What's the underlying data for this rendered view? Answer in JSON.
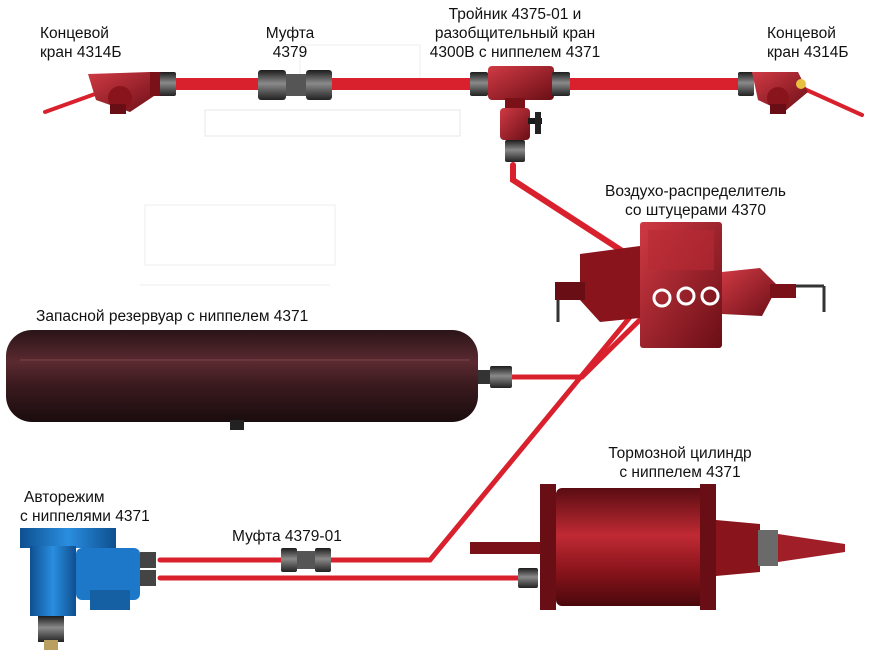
{
  "labels": {
    "end_valve_left": [
      "Концевой",
      "кран  4314Б"
    ],
    "coupling_top": [
      "Муфта",
      "4379"
    ],
    "tee": [
      "Тройник 4375-01 и",
      "разобщительный кран",
      "4300В с ниппелем 4371"
    ],
    "end_valve_right": [
      "Концевой",
      "кран 4314Б"
    ],
    "distributor": [
      "Воздухо-распределитель",
      "со штуцерами 4370"
    ],
    "reservoir": "Запасной резервуар с ниппелем 4371",
    "brake_cylinder": [
      "Тормозной цилиндр",
      "с ниппелем 4371"
    ],
    "autoregime": [
      "Авторежим",
      "с ниппелями 4371"
    ],
    "coupling_bottom": "Муфта 4379-01"
  },
  "colors": {
    "pipe": "#d9212e",
    "valve_red": "#a81c26",
    "valve_dark": "#7a1018",
    "fitting": "#3a3a3a",
    "reservoir": "#3a1a1e",
    "autoregime_blue": "#1d78c9",
    "text": "#111111"
  }
}
